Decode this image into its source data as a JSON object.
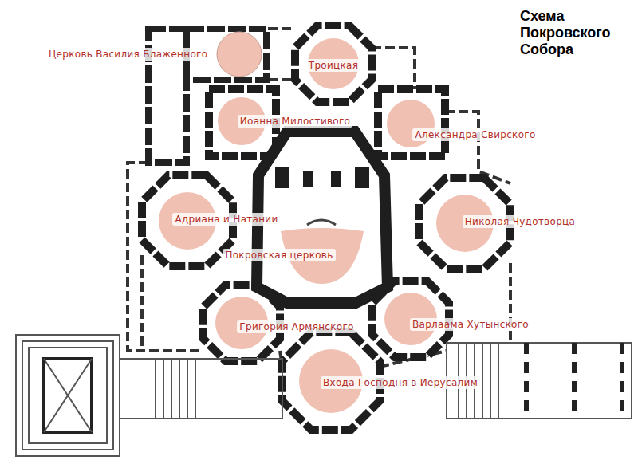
{
  "diagram": {
    "title": "Схема Покровского Собора",
    "labels": [
      "Церковь Василия Блаженного",
      "Троицкая",
      "Иоанна Милостивого",
      "Александра Свирского",
      "Адриана и Натании",
      "Николая Чудотворца",
      "Покровская церковь",
      "Григория Армянского",
      "Варлаама Хутынского",
      "Входа Господня в Иерусалим"
    ]
  }
}
